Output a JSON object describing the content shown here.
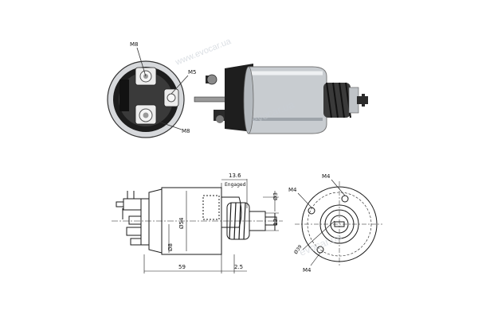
{
  "photo_end_view": {
    "labels": {
      "top": "M8",
      "right": "M5",
      "bottom": "M8"
    }
  },
  "drawing": {
    "dims": {
      "stroke": "13.6",
      "engaged": "Engaged",
      "pin_dia": "Ø3",
      "pin_len": "13",
      "body_len": "59",
      "gap": "2.5",
      "body_dia": "Ø54",
      "body_dia2": "Ø8"
    },
    "end_view": {
      "hole_top": "M4",
      "hole_left": "M4",
      "hole_bottom": "M4",
      "pcd": "Ø39"
    }
  },
  "watermarks": [
    "www.evocar.ua",
    "evocar.ua",
    "evocar.ua"
  ],
  "colors": {
    "line": "#1a1a1a",
    "body": "#c8ccd0",
    "dark": "#2b2b2b"
  }
}
